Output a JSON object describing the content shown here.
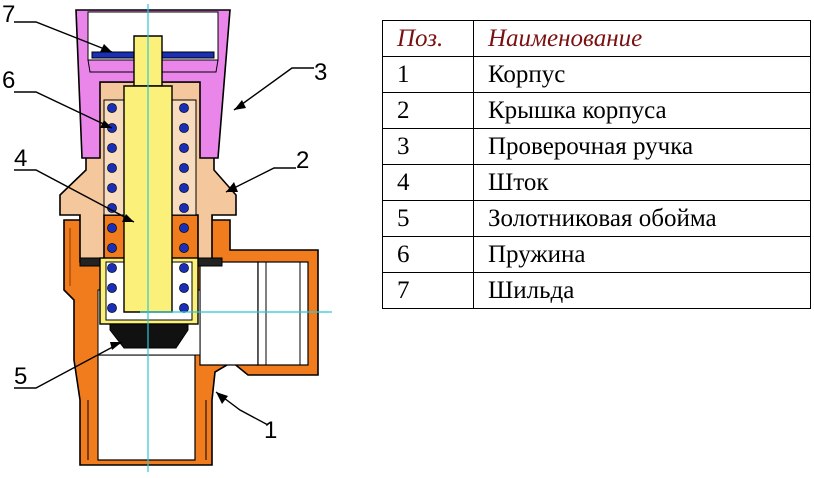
{
  "table": {
    "header": {
      "pos": "Поз.",
      "name": "Наименование"
    },
    "rows": [
      {
        "pos": "1",
        "name": "Корпус"
      },
      {
        "pos": "2",
        "name": "Крышка корпуса"
      },
      {
        "pos": "3",
        "name": "Проверочная ручка"
      },
      {
        "pos": "4",
        "name": "Шток"
      },
      {
        "pos": "5",
        "name": "Золотниковая обойма"
      },
      {
        "pos": "6",
        "name": "Пружина"
      },
      {
        "pos": "7",
        "name": "Шильда"
      }
    ]
  },
  "callouts": [
    "1",
    "2",
    "3",
    "4",
    "5",
    "6",
    "7"
  ],
  "colors": {
    "body": "#f07c1e",
    "cover": "#f5c79c",
    "handle": "#ea86ea",
    "spring_coil": "#1a2fb5",
    "cage": "#fbf07a",
    "seat": "#111111",
    "centerline": "#2ec7d6"
  }
}
